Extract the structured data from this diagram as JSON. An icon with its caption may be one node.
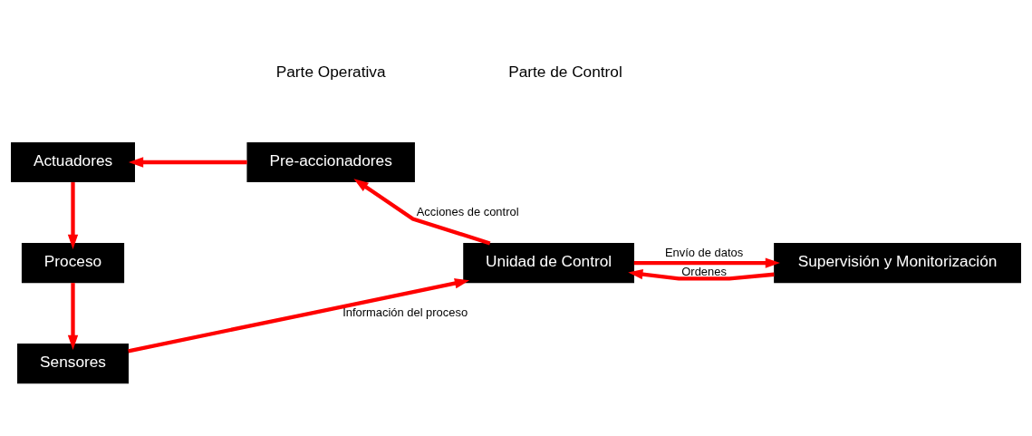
{
  "diagram": {
    "nodes": [
      {
        "text": [
          "Actuadores"
        ]
      },
      {
        "text": [
          "Pre-accionadores"
        ]
      },
      {
        "text": [
          "Proceso"
        ]
      },
      {
        "text": [
          "Sensores"
        ]
      },
      {
        "text": [
          "Unidad de Control"
        ]
      },
      {
        "text": [
          "Supervisión y Monitorización"
        ]
      }
    ],
    "edges": [
      {
        "from": 1,
        "to": 0,
        "arrow": "to"
      },
      {
        "from": 0,
        "to": 2,
        "arrow": "to"
      },
      {
        "from": 2,
        "to": 3,
        "arrow": "to"
      },
      {
        "from": 3,
        "to": 4,
        "arrow": "to",
        "label": "Información del proceso"
      },
      {
        "from": 4,
        "to": 1,
        "arrow": "to",
        "label": "Acciones de control"
      },
      {
        "from": 5,
        "to": 4,
        "arrow": "to",
        "label": "Ordenes"
      },
      {
        "from": 4,
        "to": 5,
        "arrow": "to",
        "label": "Envío de datos"
      }
    ],
    "labels": [
      "Parte Operativa",
      "Parte de Control"
    ]
  }
}
